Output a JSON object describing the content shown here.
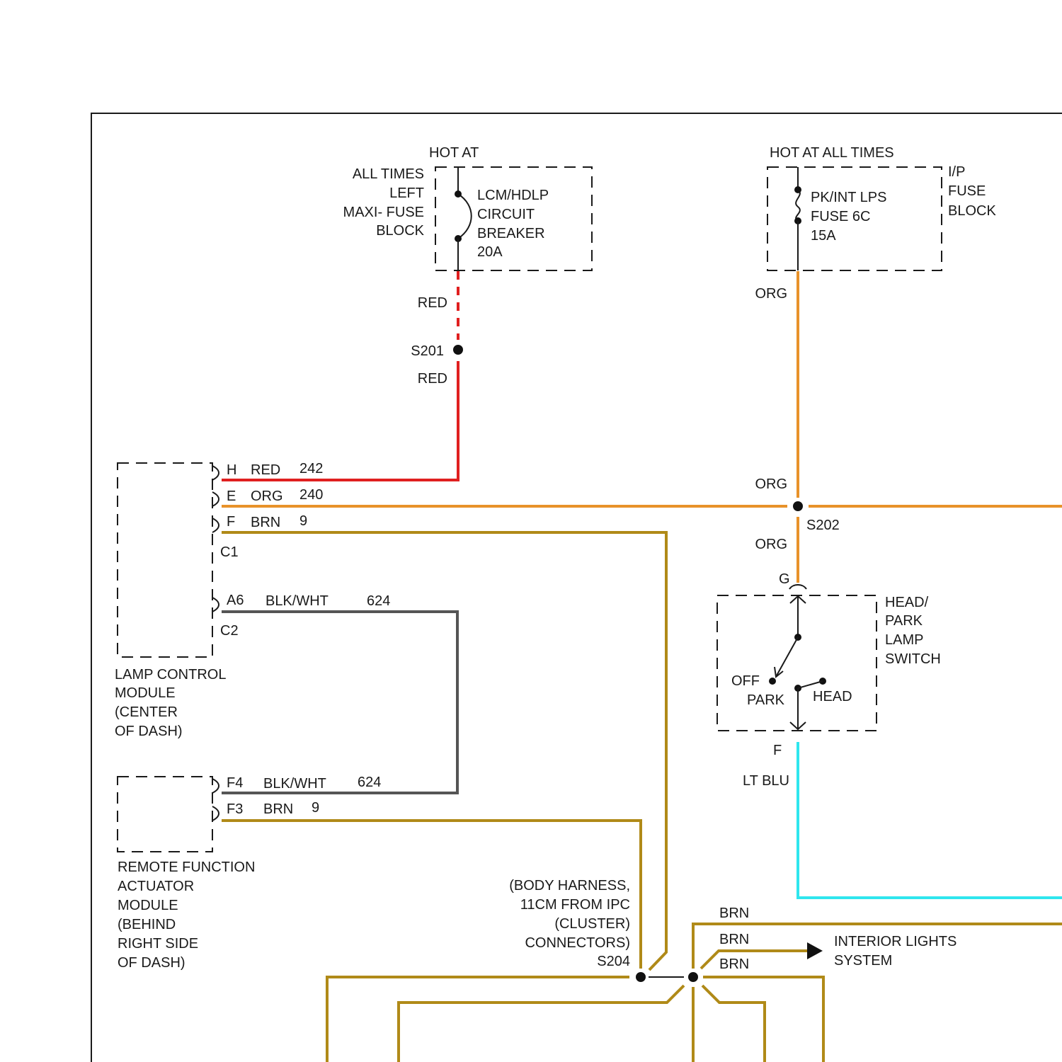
{
  "colors": {
    "red": "#e02020",
    "orange": "#e8922a",
    "brown": "#b08a18",
    "light_blue": "#2fe6ee",
    "gray": "#555555",
    "black": "#111111"
  },
  "breaker": {
    "hot_at": "HOT AT",
    "source": [
      "ALL TIMES",
      "LEFT",
      "MAXI- FUSE",
      "BLOCK"
    ],
    "label": [
      "LCM/HDLP",
      "CIRCUIT",
      "BREAKER",
      "20A"
    ]
  },
  "fuse": {
    "hot_at": "HOT AT ALL TIMES",
    "label": [
      "PK/INT LPS",
      "FUSE 6C",
      "15A"
    ],
    "block": [
      "I/P",
      "FUSE",
      "BLOCK"
    ]
  },
  "wires": {
    "red_top": "RED",
    "red_bottom": "RED",
    "org_top": "ORG",
    "org_mid": "ORG",
    "org_low": "ORG",
    "lt_blu": "LT BLU",
    "brn_1": "BRN",
    "brn_2": "BRN",
    "brn_3": "BRN"
  },
  "splices": {
    "s201": "S201",
    "s202": "S202",
    "s204": "S204"
  },
  "lcm": {
    "pins": [
      {
        "pin": "H",
        "color": "RED",
        "circuit": "242"
      },
      {
        "pin": "E",
        "color": "ORG",
        "circuit": "240"
      },
      {
        "pin": "F",
        "color": "BRN",
        "circuit": "9"
      }
    ],
    "c1": "C1",
    "pin_a6": {
      "pin": "A6",
      "color": "BLK/WHT",
      "circuit": "624"
    },
    "c2": "C2",
    "name": [
      "LAMP CONTROL",
      "MODULE",
      "(CENTER",
      "OF DASH)"
    ]
  },
  "rfa": {
    "pins": [
      {
        "pin": "F4",
        "color": "BLK/WHT",
        "circuit": "624"
      },
      {
        "pin": "F3",
        "color": "BRN",
        "circuit": "9"
      }
    ],
    "name": [
      "REMOTE FUNCTION",
      "ACTUATOR",
      "MODULE",
      "(BEHIND",
      "RIGHT SIDE",
      "OF DASH)"
    ]
  },
  "switch": {
    "pin_g": "G",
    "pin_f": "F",
    "name": [
      "HEAD/",
      "PARK",
      "LAMP",
      "SWITCH"
    ],
    "off": "OFF",
    "park": "PARK",
    "head": "HEAD"
  },
  "body_harness": [
    "(BODY HARNESS,",
    "11CM FROM IPC",
    "(CLUSTER)",
    "CONNECTORS)"
  ],
  "interior": [
    "INTERIOR LIGHTS",
    "SYSTEM"
  ]
}
